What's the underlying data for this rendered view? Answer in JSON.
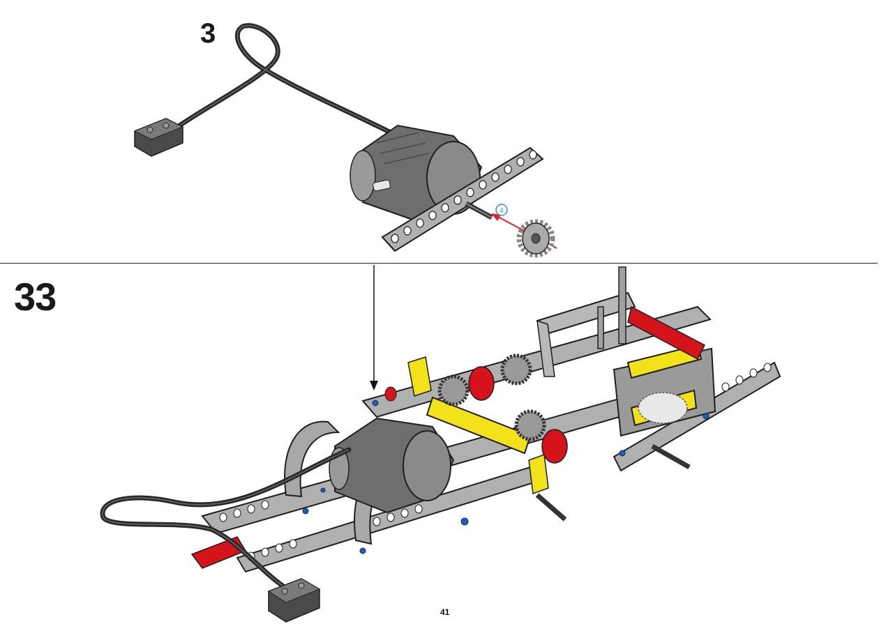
{
  "substep": {
    "number": "3",
    "callout_quantity": "4"
  },
  "step": {
    "number": "33"
  },
  "page": {
    "number": "41"
  },
  "colors": {
    "dark_gray": "#5a5a5a",
    "light_gray": "#a8a8a8",
    "black_cable": "#2a2a2a",
    "red": "#d4141a",
    "yellow": "#f2e21a",
    "blue": "#1f5fb0",
    "arrow_red": "#e0202a",
    "callout_blue": "#2f8fd0"
  },
  "icons": [
    "motor-icon",
    "cable-icon",
    "gear-icon",
    "beam-icon",
    "assembly-icon",
    "arrow-icon"
  ]
}
